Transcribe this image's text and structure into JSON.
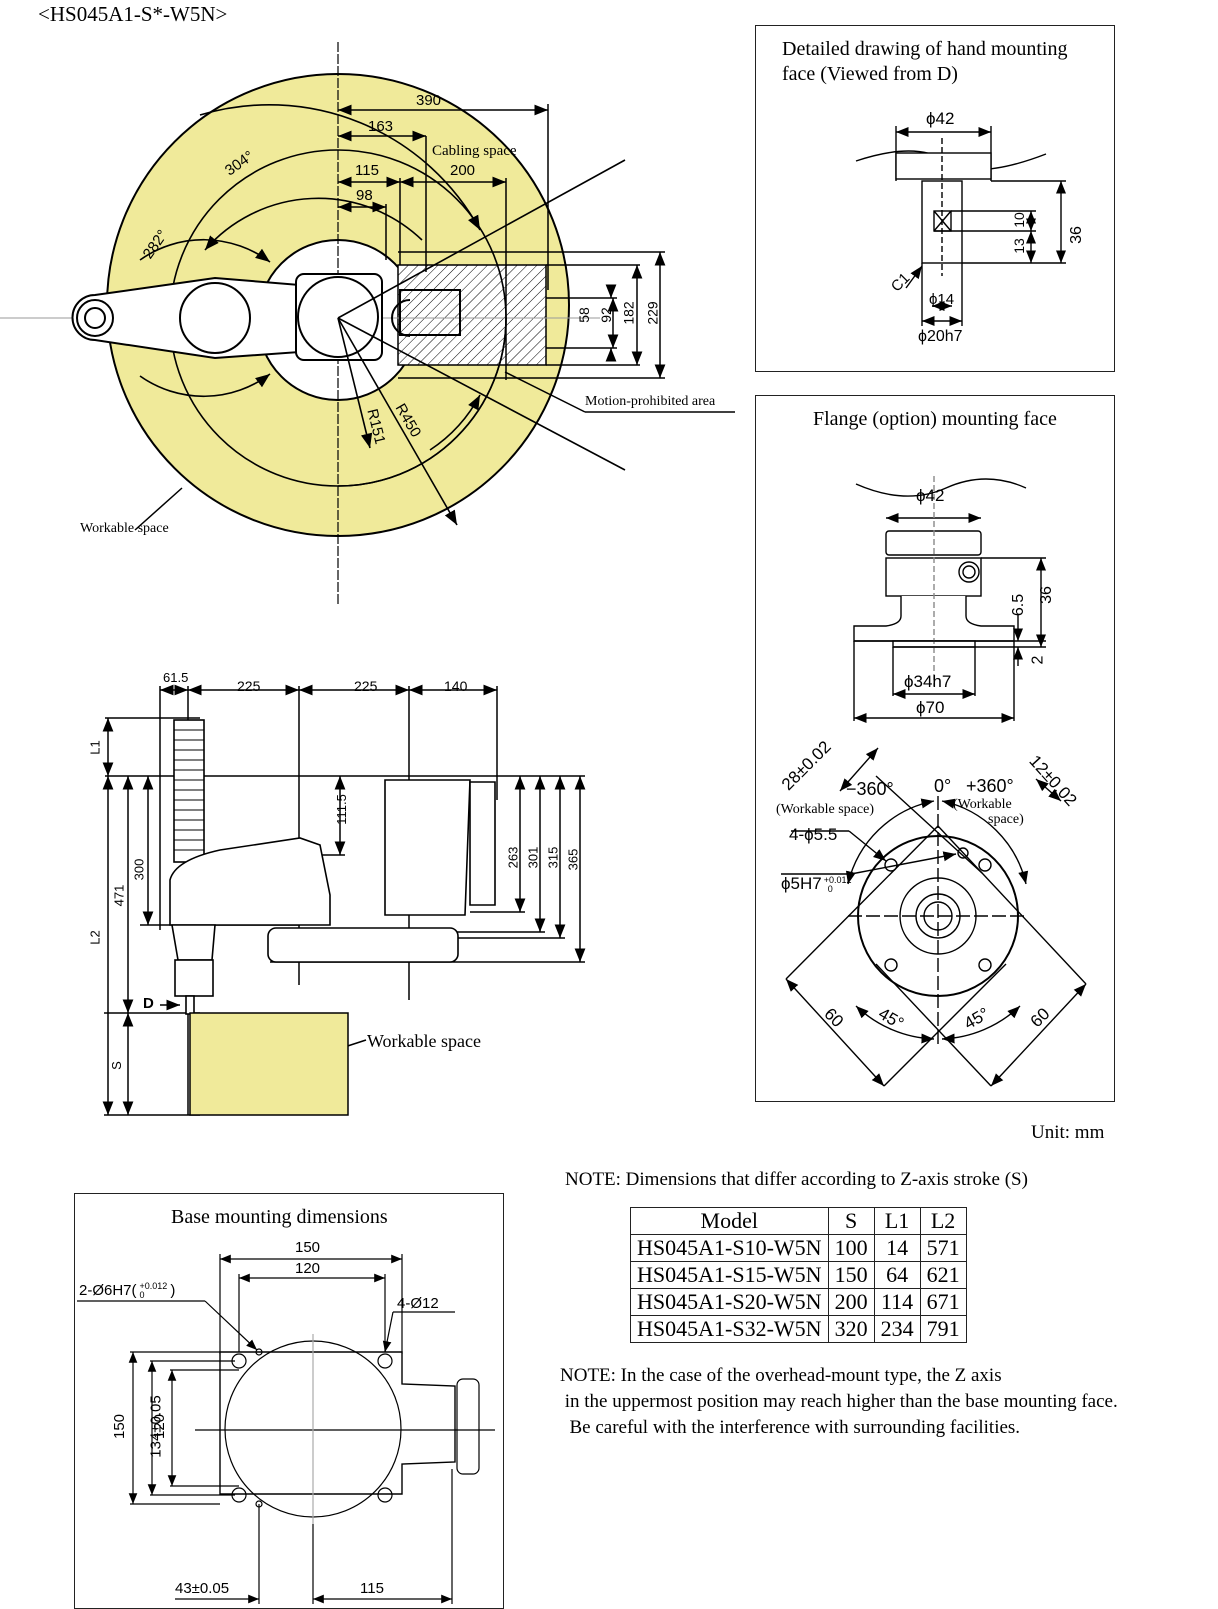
{
  "header": {
    "title": "<HS045A1-S*-W5N>"
  },
  "colors": {
    "workable_space": "#F0EA9A",
    "line": "#000000"
  },
  "top_view": {
    "dims": {
      "d390": "390",
      "d163": "163",
      "d115": "115",
      "d200": "200",
      "d98": "98",
      "d58": "58",
      "d92": "92",
      "d182": "182",
      "d229": "229"
    },
    "angles": {
      "a304": "304°",
      "a282": "282°"
    },
    "radii": {
      "r151": "R151",
      "r450": "R450"
    },
    "labels": {
      "cabling": "Cabling space",
      "motion": "Motion-prohibited area",
      "workable": "Workable space"
    }
  },
  "side_view": {
    "dims": {
      "d61_5": "61.5",
      "d225a": "225",
      "d225b": "225",
      "d140": "140",
      "l1": "L1",
      "l2": "L2",
      "d471": "471",
      "d300": "300",
      "d111_5": "111.5",
      "d263": "263",
      "d301": "301",
      "d315": "315",
      "d365": "365",
      "s": "S"
    },
    "labels": {
      "d_marker": "D",
      "workable": "Workable space"
    }
  },
  "hand_face": {
    "title_line1": "Detailed drawing of hand mounting",
    "title_line2": "face (Viewed from D)",
    "dims": {
      "phi42": "ϕ42",
      "d36": "36",
      "d10": "10",
      "d13": "13",
      "c1": "C1",
      "phi14": "ϕ14",
      "phi20h7": "ϕ20h7"
    }
  },
  "flange_face": {
    "title": "Flange (option) mounting face",
    "dims": {
      "phi42": "ϕ42",
      "d36": "36",
      "d6_5": "6.5",
      "d2": "2",
      "phi34h7": "ϕ34h7",
      "phi70": "ϕ70",
      "d28": "28±0.02",
      "d12": "12±0.02",
      "minus360": "−360°",
      "zero": "0°",
      "plus360": "+360°",
      "holes": "4-ϕ5.5",
      "pin": "ϕ5H7",
      "pin_tol_upper": "+0.012",
      "pin_tol_lower": "0",
      "d60a": "60",
      "d60b": "60",
      "a45a": "45°",
      "a45b": "45°"
    },
    "labels": {
      "workable_left": "(Workable space)",
      "workable_right_1": "(Workable",
      "workable_right_2": "space)"
    }
  },
  "unit": "Unit: mm",
  "base_mount": {
    "title": "Base mounting dimensions",
    "dims": {
      "w150": "150",
      "w120": "120",
      "pin": "2-Ø6H7(",
      "pin_tol_upper": "+0.012",
      "pin_tol_lower": "0",
      "pin_close": ")",
      "holes": "4-Ø12",
      "h150": "150",
      "h134": "134±0.05",
      "h120": "120",
      "d43": "43±0.05",
      "d115": "115"
    }
  },
  "stroke_note": "NOTE: Dimensions that differ according to Z-axis stroke (S)",
  "stroke_table": {
    "headers": [
      "Model",
      "S",
      "L1",
      "L2"
    ],
    "rows": [
      [
        "HS045A1-S10-W5N",
        "100",
        "14",
        "571"
      ],
      [
        "HS045A1-S15-W5N",
        "150",
        "64",
        "621"
      ],
      [
        "HS045A1-S20-W5N",
        "200",
        "114",
        "671"
      ],
      [
        "HS045A1-S32-W5N",
        "320",
        "234",
        "791"
      ]
    ]
  },
  "overhead_note": {
    "line1": "NOTE: In the case of the overhead-mount type, the Z axis",
    "line2": " in the uppermost position may reach higher than the base mounting face.",
    "line3": "  Be careful with the interference with surrounding facilities."
  }
}
